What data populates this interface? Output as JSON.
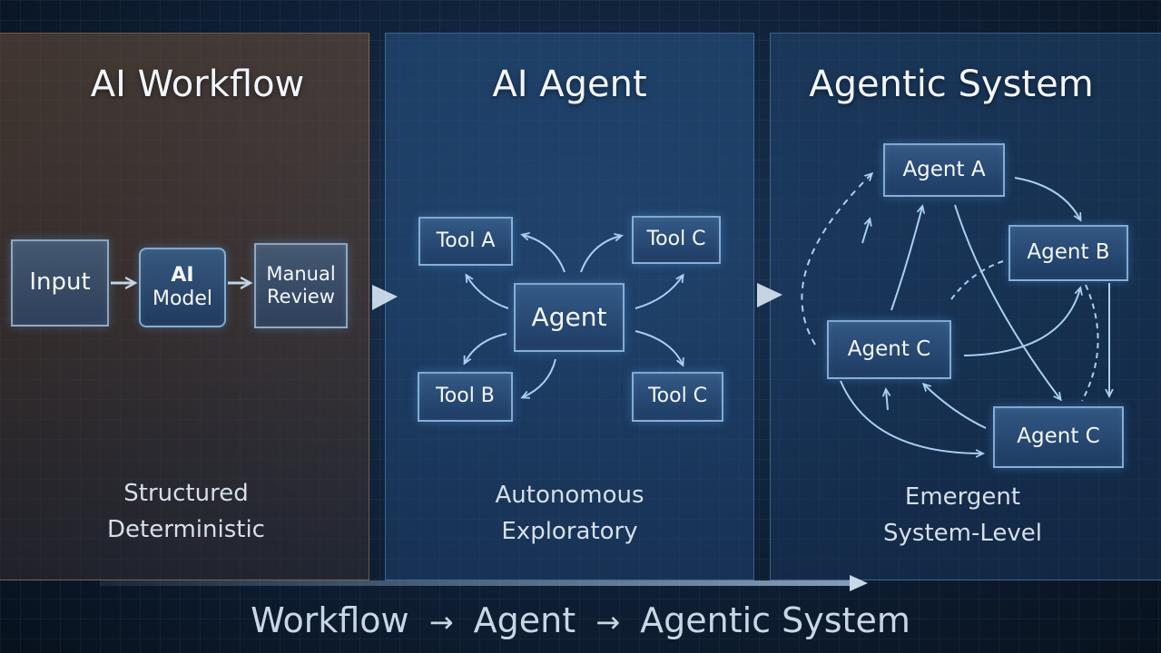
{
  "panels": [
    {
      "title": "AI Workflow",
      "caption_line1": "Structured",
      "caption_line2": "Deterministic",
      "nodes": {
        "input": "Input",
        "model_line1": "AI",
        "model_line2": "Model",
        "review_line1": "Manual",
        "review_line2": "Review"
      }
    },
    {
      "title": "AI Agent",
      "caption_line1": "Autonomous",
      "caption_line2": "Exploratory",
      "nodes": {
        "center": "Agent",
        "tool_top_left": "Tool A",
        "tool_top_right": "Tool C",
        "tool_bottom_left": "Tool B",
        "tool_bottom_right": "Tool C"
      }
    },
    {
      "title": "Agentic System",
      "caption_line1": "Emergent",
      "caption_line2": "System-Level",
      "nodes": {
        "agent_top": "Agent A",
        "agent_right": "Agent B",
        "agent_left": "Agent C",
        "agent_bottom": "Agent C"
      }
    }
  ],
  "footer": {
    "part1": "Workflow",
    "part2": "Agent",
    "part3": "Agentic System",
    "arrow": "→"
  }
}
